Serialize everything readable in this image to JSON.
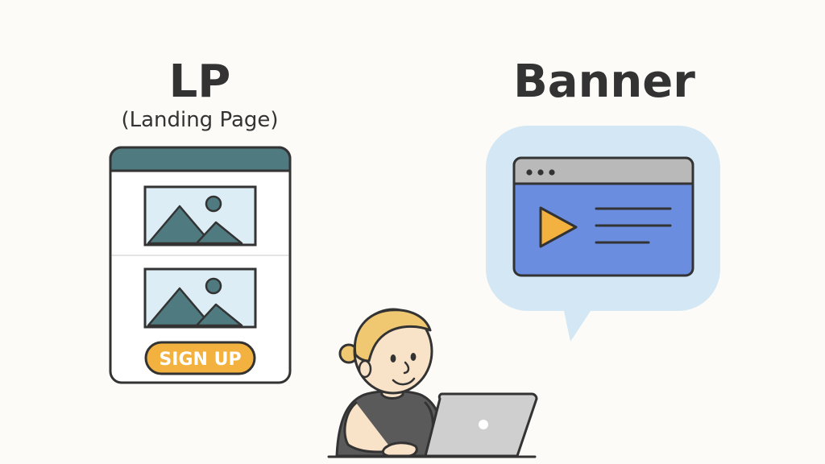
{
  "lp": {
    "title": "LP",
    "subtitle": "(Landing Page)",
    "signup_label": "SIGN UP"
  },
  "banner": {
    "title": "Banner"
  },
  "colors": {
    "background": "#fcfbf7",
    "ink": "#333333",
    "lp_header": "#4f7a80",
    "image_sky": "#dcedf5",
    "image_mountain": "#4f7a80",
    "signup_button": "#f3b13f",
    "bubble": "#d3e8f4",
    "browser_bar": "#b9b9b9",
    "browser_content": "#6b8de0",
    "play_icon": "#f3b13f",
    "laptop": "#cfcfcf",
    "hair": "#f0c872",
    "skin": "#f9e3c8",
    "shirt": "#5a5a5a"
  },
  "icons": [
    "image-placeholder-icon",
    "play-icon",
    "browser-dots-icon",
    "laptop-logo-icon"
  ]
}
